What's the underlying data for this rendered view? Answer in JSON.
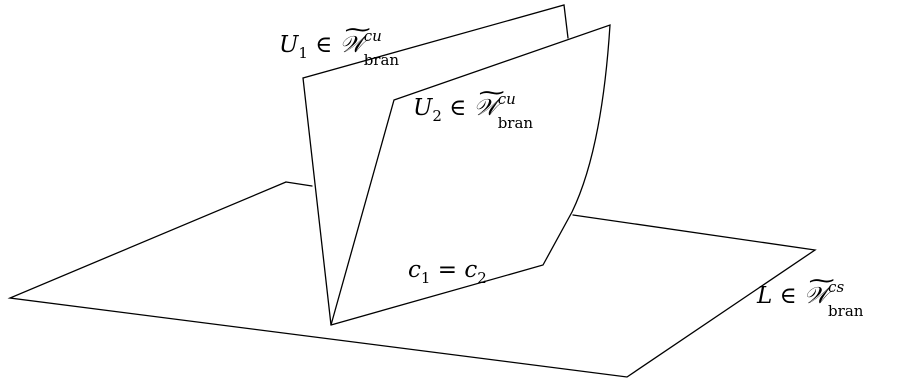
{
  "labels": {
    "u1": {
      "var": "U",
      "sub": "1",
      "rel": "∈",
      "set": "𝒲",
      "sup": "cu",
      "setsub": "bran"
    },
    "u2": {
      "var": "U",
      "sub": "2",
      "rel": "∈",
      "set": "𝒲",
      "sup": "cu",
      "setsub": "bran"
    },
    "c": {
      "left": "c",
      "leftsub": "1",
      "eq": "=",
      "right": "c",
      "rightsub": "2"
    },
    "l": {
      "var": "L",
      "rel": "∈",
      "set": "𝒲",
      "sup": "cs",
      "setsub": "bran"
    }
  }
}
